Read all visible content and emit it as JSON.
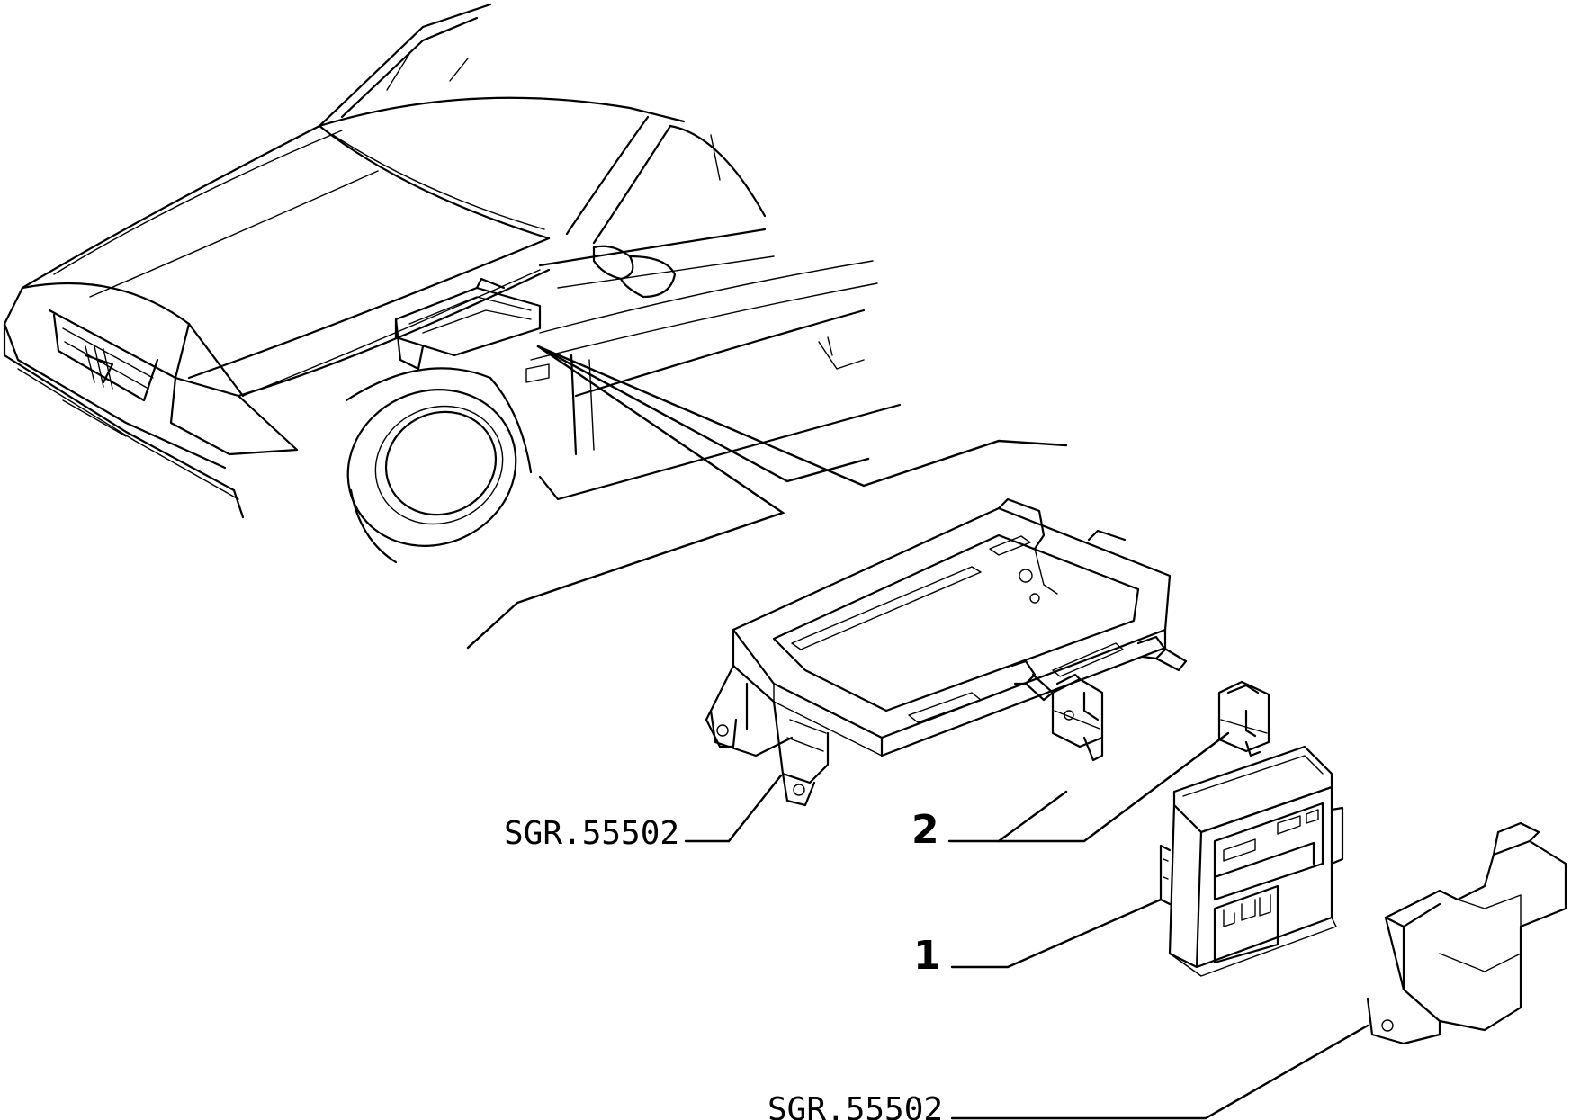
{
  "callouts": {
    "item1": "1",
    "item2": "2",
    "ref_bracket": "SGR.55502",
    "ref_cover": "SGR.55502"
  }
}
